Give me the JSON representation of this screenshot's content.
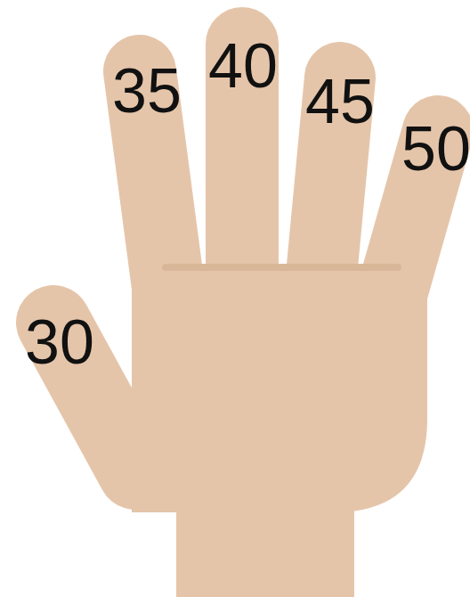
{
  "diagram": {
    "labels": [
      "35",
      "40",
      "45",
      "50",
      "30"
    ]
  }
}
